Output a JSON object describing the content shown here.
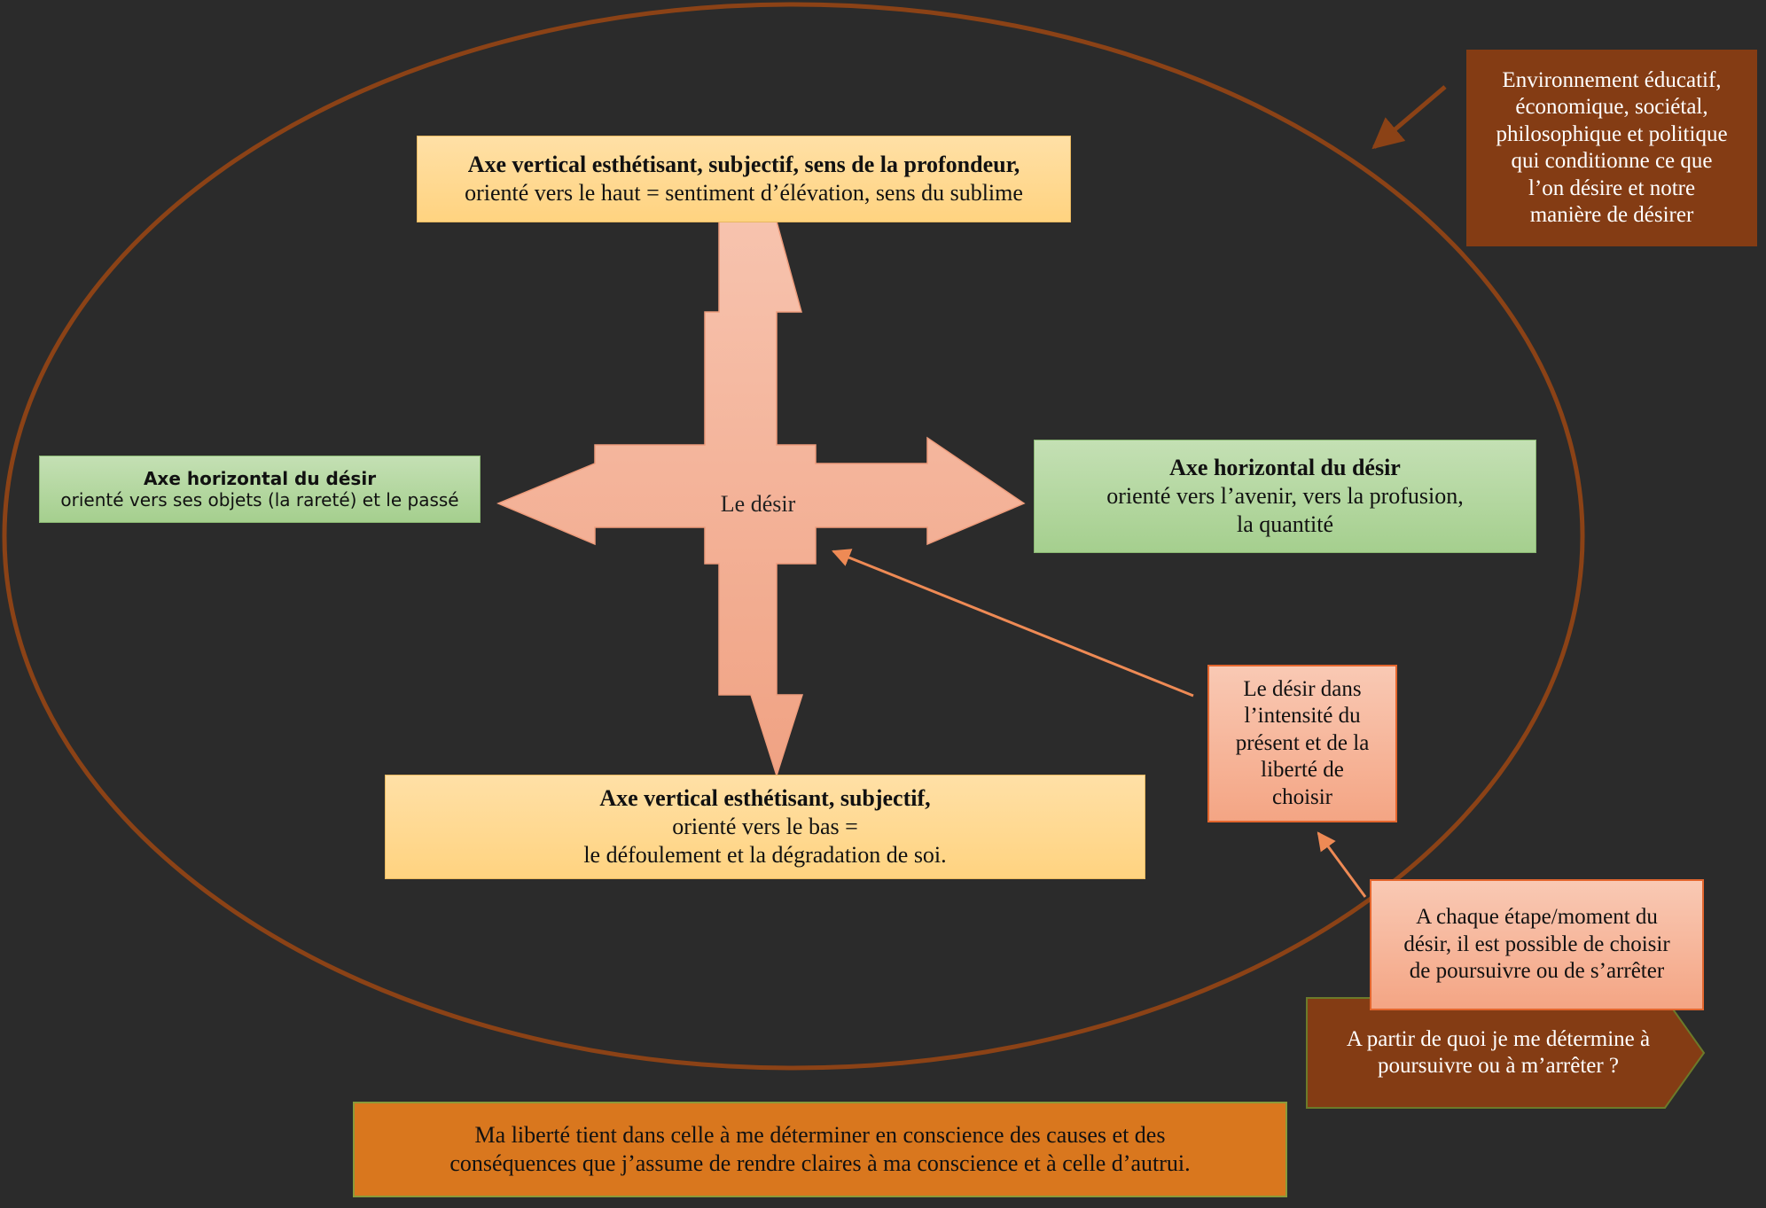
{
  "center": {
    "label": "Le désir"
  },
  "top_box": {
    "line1": "Axe vertical esthétisant, subjectif, sens de la profondeur,",
    "line2": "orienté vers le haut = sentiment d’élévation, sens du sublime"
  },
  "bottom_box": {
    "line1": "Axe vertical esthétisant, subjectif,",
    "line2": "orienté vers le bas =",
    "line3": "le défoulement et la dégradation de soi."
  },
  "left_box": {
    "line1": "Axe horizontal du désir",
    "line2": "orienté vers ses objets (la rareté) et le passé"
  },
  "right_box": {
    "line1": "Axe horizontal du désir",
    "line2": "orienté vers l’avenir, vers la profusion,",
    "line3": "la quantité"
  },
  "environment_box": {
    "lines": [
      "Environnement éducatif,",
      "économique, sociétal,",
      "philosophique et politique",
      "qui conditionne ce que",
      "l’on désire et notre",
      "manière de désirer"
    ]
  },
  "present_box": {
    "lines": [
      "Le désir dans",
      "l’intensité du",
      "présent et de la",
      "liberté de",
      "choisir"
    ]
  },
  "step_box": {
    "lines": [
      "A chaque étape/moment du",
      "désir, il est possible de choisir",
      "de poursuivre ou de s’arrêter"
    ]
  },
  "question_box": {
    "lines": [
      "A partir de quoi je me détermine à",
      "poursuivre ou à m’arrêter ?"
    ]
  },
  "freedom_box": {
    "lines": [
      "Ma liberté tient dans celle à me déterminer en conscience des causes et des",
      "conséquences que j’assume de rendre claires à ma conscience et à celle d’autrui."
    ]
  },
  "colors": {
    "background": "#2b2b2b",
    "ellipse": "#8b4216",
    "cross": "#f3b29a",
    "connector": "#ee8a55",
    "brown_box": "#843c14",
    "orange_box": "#d9771e"
  }
}
